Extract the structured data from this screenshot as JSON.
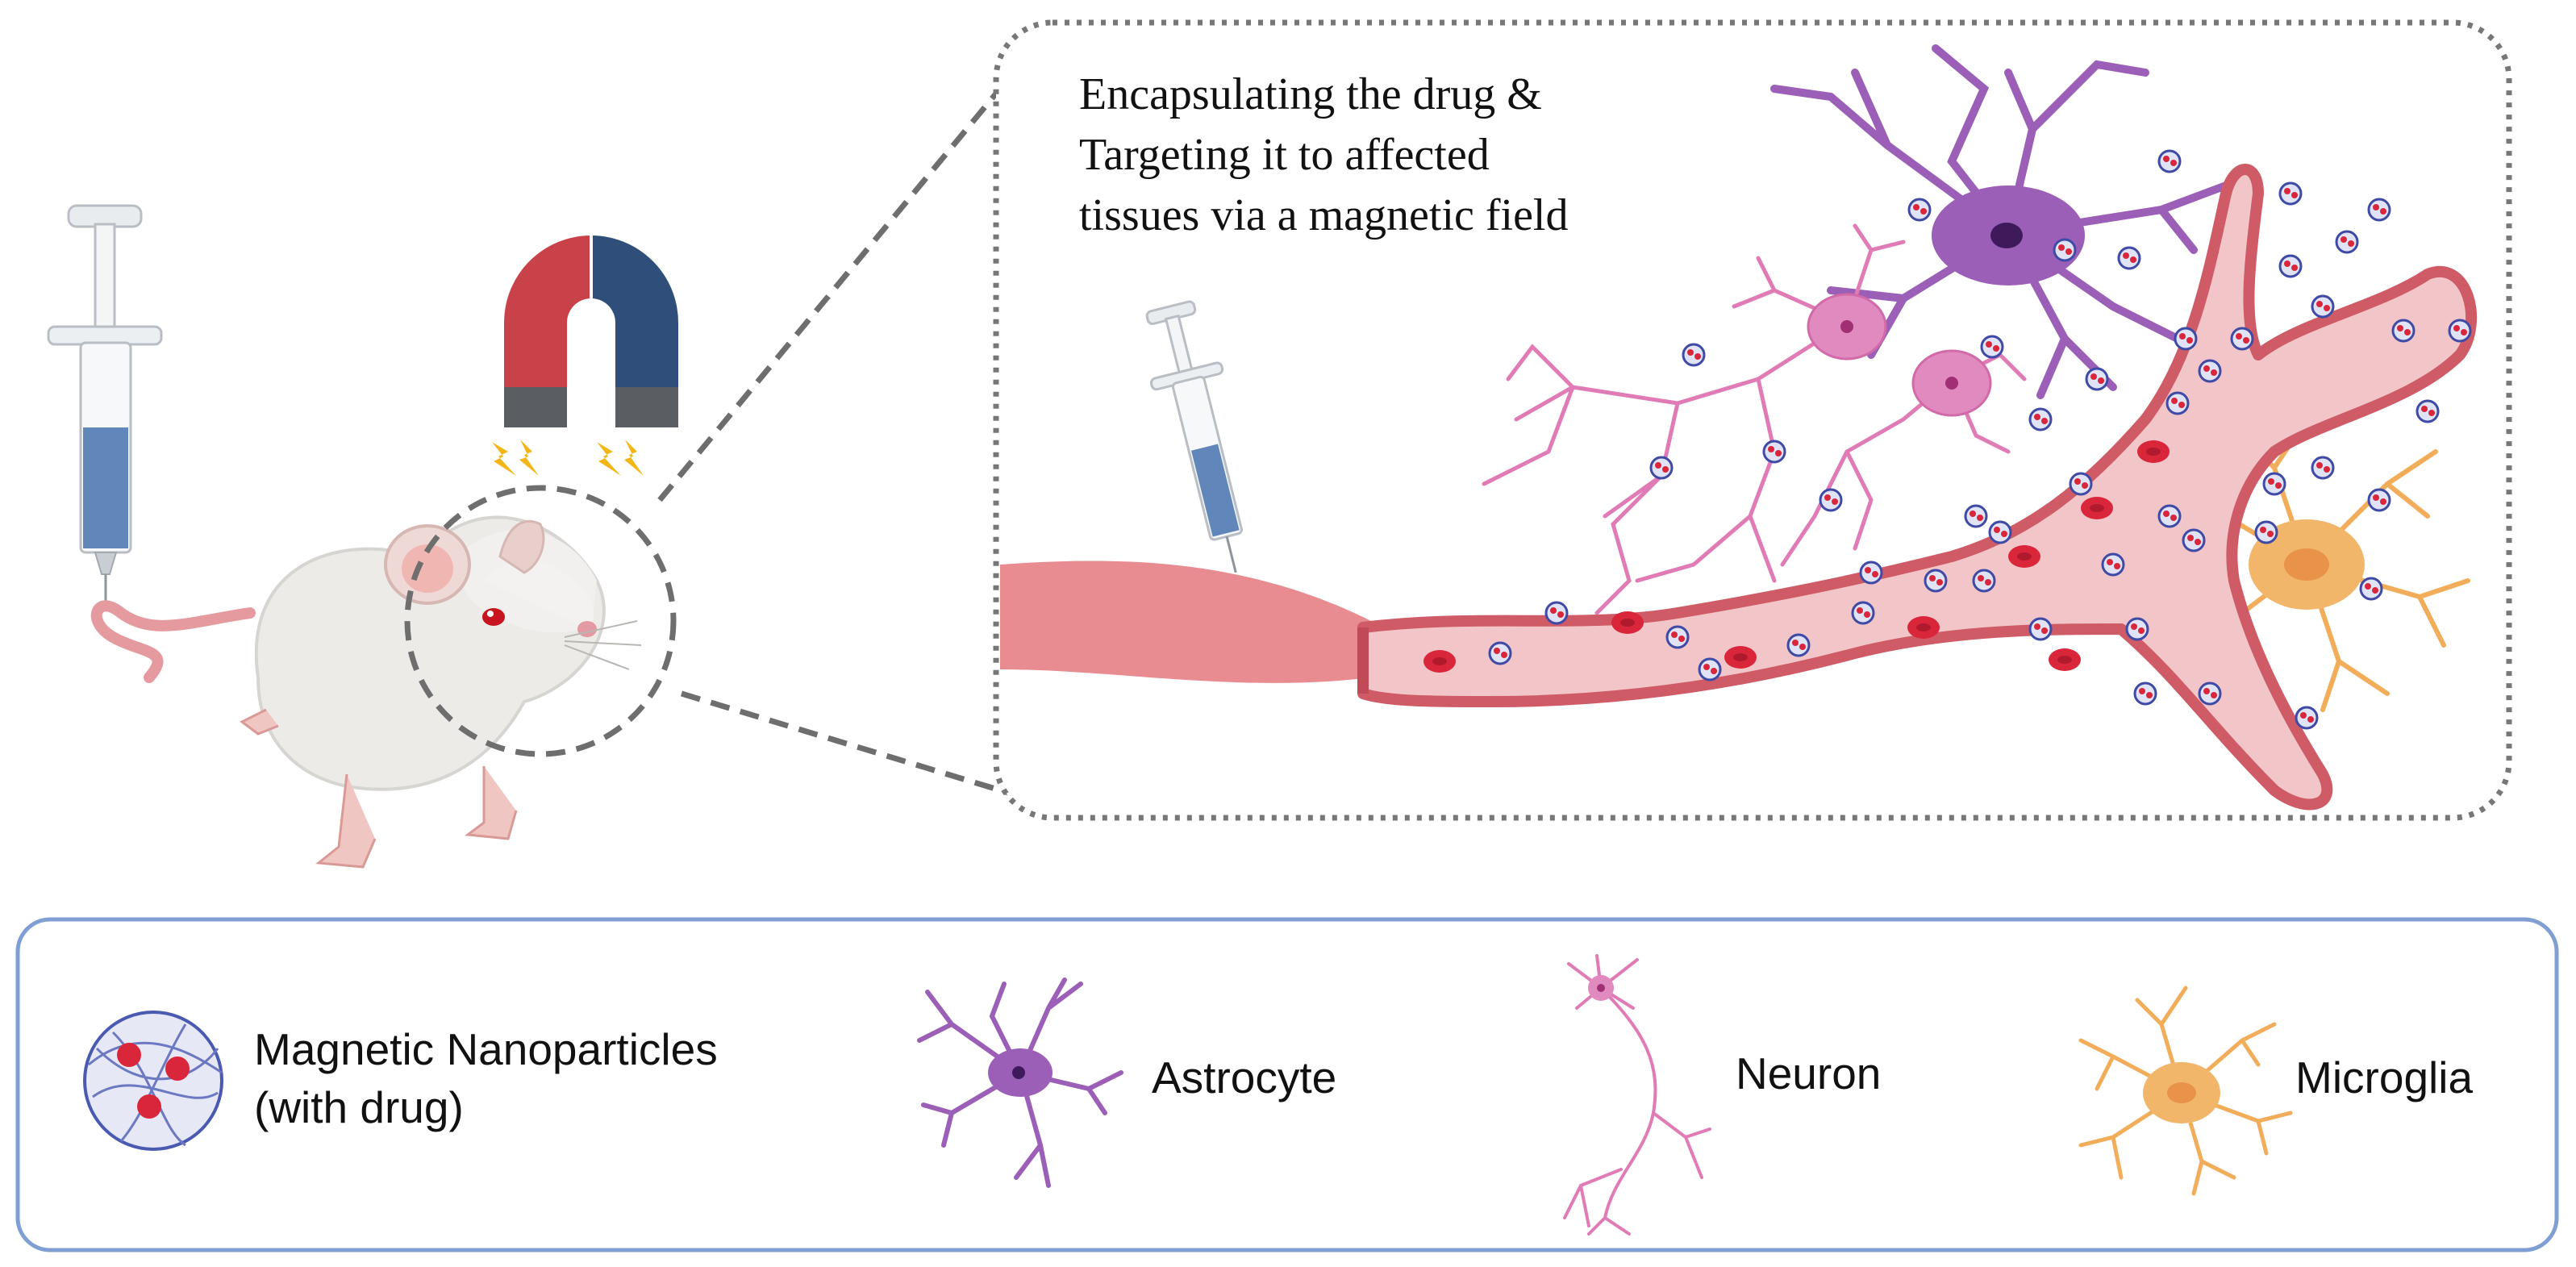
{
  "callout": {
    "caption_lines": [
      "Encapsulating the drug &",
      "Targeting it to affected",
      "tissues via a magnetic field"
    ]
  },
  "legend": {
    "items": [
      {
        "label_lines": [
          "Magnetic Nanoparticles",
          "(with drug)"
        ],
        "icon": "nanoparticle-icon"
      },
      {
        "label_lines": [
          "Astrocyte"
        ],
        "icon": "astrocyte-icon"
      },
      {
        "label_lines": [
          "Neuron"
        ],
        "icon": "neuron-icon"
      },
      {
        "label_lines": [
          "Microglia"
        ],
        "icon": "microglia-icon"
      }
    ]
  },
  "colors": {
    "vessel_wall": "#cf5b66",
    "vessel_fill": "#f2c5c8",
    "red_cell": "#d9263a",
    "astrocyte": "#9b5fb8",
    "neuron": "#e07bb5",
    "microglia": "#f2ad5a",
    "legend_border": "#7f9fd4",
    "magnet_red": "#c9424a",
    "magnet_blue": "#2f4f7a",
    "syringe_fluid": "#4f79b3"
  }
}
